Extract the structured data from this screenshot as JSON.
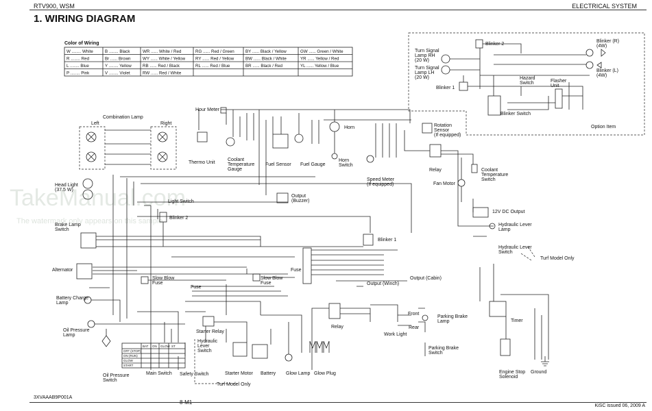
{
  "header": {
    "left": "RTV900, WSM",
    "right": "ELECTRICAL SYSTEM",
    "title": "1. WIRING DIAGRAM"
  },
  "footer": {
    "code": "3XVAAAB9P001A",
    "page": "8-M1",
    "issued": "KiSC issued 06, 2009 A"
  },
  "watermark": {
    "main": "TakeManual.com",
    "sub": "The watermark only appears on this sample"
  },
  "color_table": {
    "title": "Color of Wiring",
    "rows": [
      [
        "W ........ White",
        "B ........ Black",
        "WR ...... White / Red",
        "RG ...... Red / Green",
        "BY ...... Black / Yellow",
        "GW ...... Green / White"
      ],
      [
        "R ........ Red",
        "Br ...... Brown",
        "WY ...... White / Yellow",
        "RY ...... Red / Yellow",
        "BW ...... Black / White",
        "YR ...... Yellow / Red"
      ],
      [
        "L ........ Blue",
        "Y ........ Yellow",
        "RB ...... Red / Black",
        "RL ...... Red / Blue",
        "BR ...... Black / Red",
        "YL ...... Yellow / Blue"
      ],
      [
        "P ........ Pink",
        "V ........ Violet",
        "RW ...... Red / White",
        "",
        "",
        ""
      ]
    ]
  },
  "labels": {
    "combination_lamp": "Combination Lamp",
    "left": "Left",
    "right": "Right",
    "hour_meter": "Hour Meter",
    "thermo_unit": "Thermo Unit",
    "coolant_temp_gauge": [
      "Coolant",
      "Temperature",
      "Gauge"
    ],
    "fuel_sensor": "Fuel Sensor",
    "fuel_gauge": "Fuel Gauge",
    "horn": "Horn",
    "horn_switch": [
      "Horn",
      "Switch"
    ],
    "rotation_sensor": [
      "Rotation",
      "Sensor",
      "(If equipped)"
    ],
    "speed_meter": [
      "Speed Meter",
      "(If equipped)"
    ],
    "relay": "Relay",
    "coolant_temp_switch": [
      "Coolant",
      "Temperature",
      "Switch"
    ],
    "fan_motor": "Fan Motor",
    "head_light": [
      "Head Light",
      "(37.5 W)"
    ],
    "light_switch": "Light Switch",
    "output_buzzer": [
      "Output",
      "(Buzzer)"
    ],
    "blinker_2_mid": "Blinker 2",
    "brake_lamp_switch": [
      "Brake Lamp",
      "Switch"
    ],
    "blinker_1_mid": "Blinker 1",
    "dc_output": "12V DC Output",
    "hyd_lever_lamp": [
      "Hydraulic Lever",
      "Lamp"
    ],
    "hyd_lever_switch_r": [
      "Hydraulic Lever",
      "Switch"
    ],
    "turf_model_only": "Turf Model Only",
    "alternator": "Alternator",
    "slow_blow_fuse_1": [
      "Slow Blow",
      "Fuse"
    ],
    "slow_blow_fuse_2": [
      "Slow Blow",
      "Fuse"
    ],
    "fuse": "Fuse",
    "output_cabin": "Output (Cabin)",
    "output_winch": "Output (Winch)",
    "battery_charge_lamp": [
      "Battery Charge",
      "Lamp"
    ],
    "front": "Front",
    "rear": "Rear",
    "parking_brake_lamp": [
      "Parking Brake",
      "Lamp"
    ],
    "parking_brake_switch": [
      "Parking Brake",
      "Switch"
    ],
    "work_light": "Work Light",
    "timer": "Timer",
    "oil_pressure_lamp": [
      "Oil Pressure",
      "Lamp"
    ],
    "starter_relay": "Starter Relay",
    "hyd_lever_switch_b": [
      "Hydraulic",
      "Lever",
      "Switch"
    ],
    "relay_bottom": "Relay",
    "oil_pressure_switch": [
      "Oil Pressure",
      "Switch"
    ],
    "main_switch": "Main Switch",
    "safety_switch": "Safety Switch",
    "starter_motor": "Starter Motor",
    "battery": "Battery",
    "glow_lamp": "Glow Lamp",
    "glow_plug": "Glow Plug",
    "turf_model_only_b": "Turf Model Only",
    "engine_stop_solenoid": [
      "Engine Stop",
      "Solenoid"
    ],
    "ground": "Ground",
    "option_item": "Option Item",
    "blinker_2_top": "Blinker 2",
    "turn_rh": [
      "Turn Signal",
      "Lamp RH",
      "(20 W)"
    ],
    "turn_lh": [
      "Turn Signal",
      "Lamp LH",
      "(20 W)"
    ],
    "blinker_r": [
      "Blinker (R)",
      "(4W)"
    ],
    "blinker_l": [
      "Blinker (L)",
      "(4W)"
    ],
    "blinker_1_top": "Blinker 1",
    "hazard_switch": [
      "Hazard",
      "Switch"
    ],
    "flasher_unit": [
      "Flasher",
      "Unit"
    ],
    "blinker_switch": "Blinker Switch"
  },
  "main_switch_table": {
    "header": [
      "",
      "BAT",
      "ON",
      "GLOW",
      "ST"
    ],
    "rows": [
      "OFF (STOP)",
      "ON (RUN)",
      "GLOW",
      "START"
    ]
  }
}
